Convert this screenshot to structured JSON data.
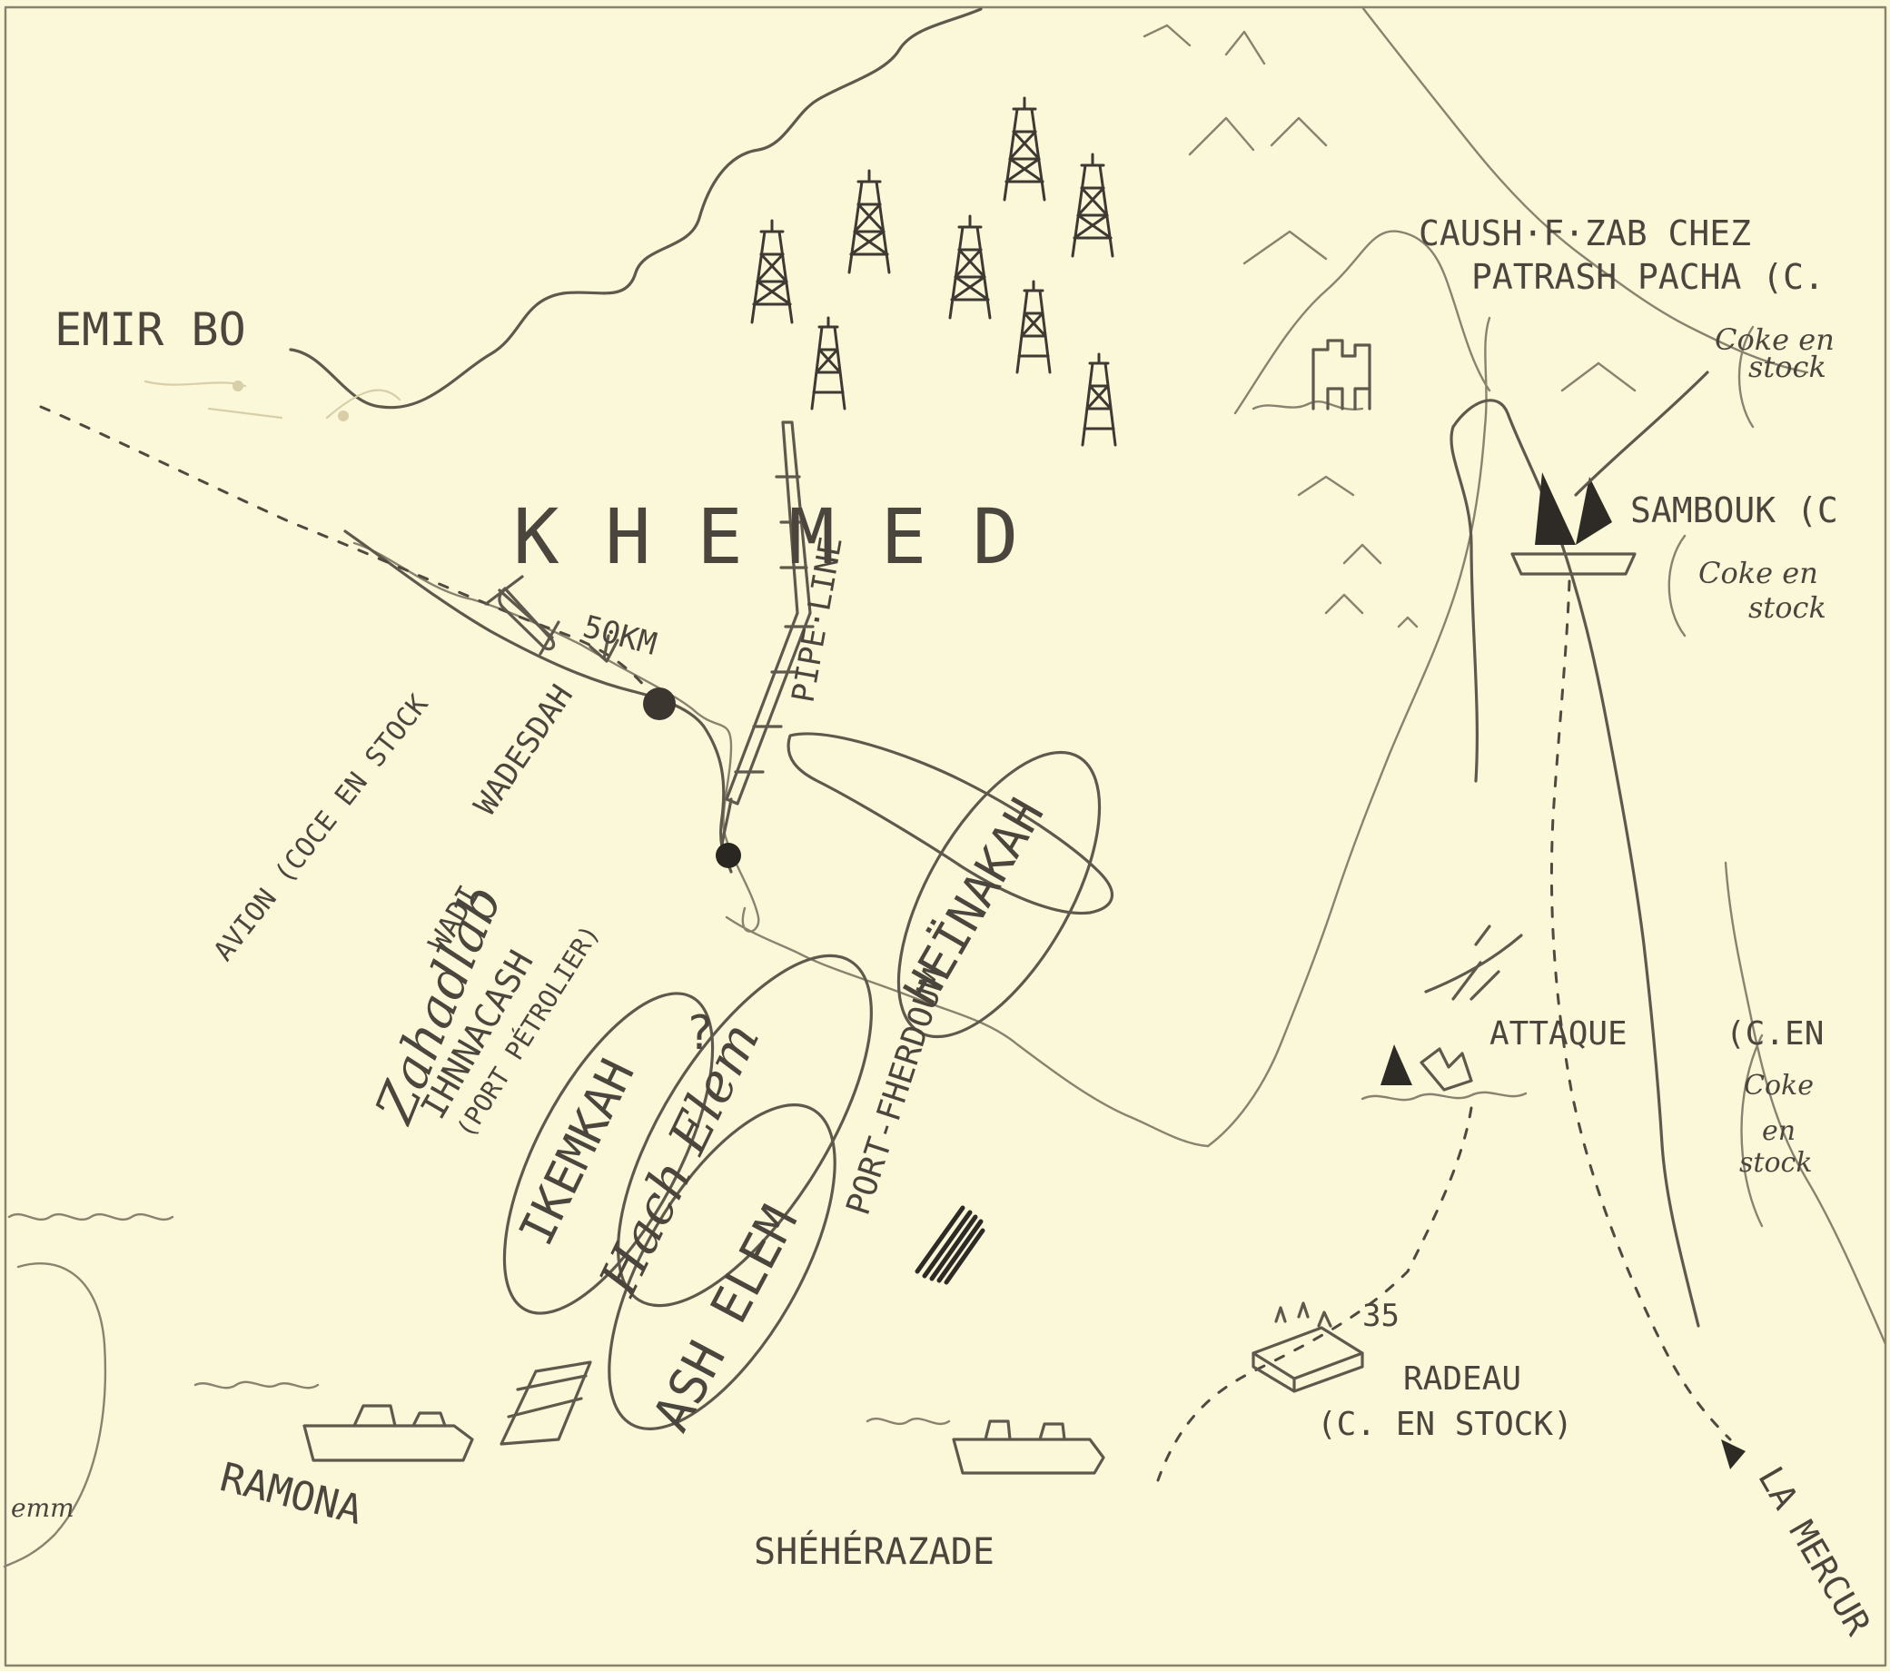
{
  "map": {
    "region_name": "K H E M E D",
    "region_name_faint": "EMIR BO",
    "labels": {
      "cauish_line1": "CAUSH·F·ZAB CHEZ",
      "cauish_line2": "PATRASH PACHA (C.",
      "coke_en": "Coke en",
      "stock": "stock",
      "sambouk": "SAMBOUK (C",
      "sambouk_coke_en": "Coke en",
      "sambouk_stock": "stock",
      "distance": "50KM",
      "pipeline": "PIPE·LINE",
      "avion": "AVION (COCE EN STOCK",
      "wadesdah": "WADESDAH",
      "wadi": "WADI",
      "zahadlab": "Zahadlab",
      "hnnacash": "IHNNACASH",
      "port_petrolier": "(PORT PÉTROLIER)",
      "question_mark": "?",
      "heinakah": "HEÏNAKAH",
      "ikemkah": "IKEMKAH",
      "hach_elem": "Hach Elem",
      "ash_elem": "ASH ELEM",
      "port_fherdoum": "PORT-FHERDOUM",
      "attaque": "ATTAQUE",
      "attaque_c_en": "(C.EN",
      "attaque_coke": "Coke",
      "attaque_en": "en",
      "attaque_stock": "stock",
      "count_35": "35",
      "radeau": "RADEAU",
      "radeau_stock": "(C. EN STOCK)",
      "ramona": "RAMONA",
      "sheherazade": "SHÉHÉRAZADE",
      "la_mercure": "LA MERCUR",
      "emm": "emm"
    },
    "colors": {
      "paper": "#fbf7d9",
      "pencil": "#5f584c",
      "faint": "#d8cfa8"
    }
  }
}
